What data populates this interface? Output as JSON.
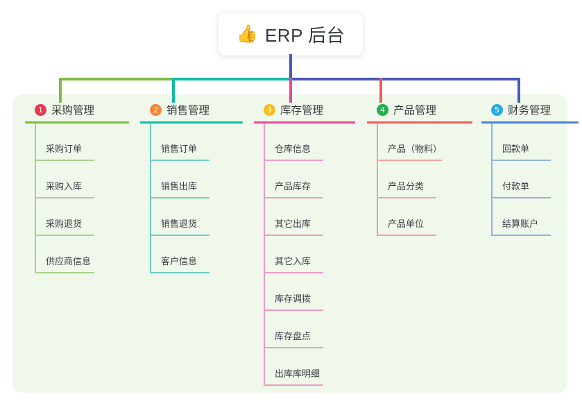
{
  "root": {
    "icon": "thumbs-up-icon",
    "emoji": "👍",
    "title": "ERP 后台",
    "stem_color": "#4a57bd"
  },
  "panel": {
    "background": "#eff8ea"
  },
  "connector": {
    "segments": [
      {
        "name": "segment-green",
        "color": "#7cbb42"
      },
      {
        "name": "segment-teal",
        "color": "#12bba4"
      },
      {
        "name": "segment-blue",
        "color": "#4a57bd"
      }
    ],
    "stubs": [
      {
        "name": "stub-purchase",
        "color": "#7cbb42"
      },
      {
        "name": "stub-sales",
        "color": "#12bba4"
      },
      {
        "name": "stub-inventory",
        "color": "#ec4899"
      },
      {
        "name": "stub-product",
        "color": "#f15b5b"
      },
      {
        "name": "stub-finance",
        "color": "#4a57bd"
      }
    ]
  },
  "columns": [
    {
      "id": "purchase",
      "number": "1",
      "badge_color": "#e8394f",
      "line_color": "#7cbb42",
      "leaf_line_color": "#a8d08d",
      "title": "采购管理",
      "leaves": [
        "采购订单",
        "采购入库",
        "采购退货",
        "供应商信息"
      ]
    },
    {
      "id": "sales",
      "number": "2",
      "badge_color": "#f58634",
      "line_color": "#12bba4",
      "leaf_line_color": "#6fcfc4",
      "title": "销售管理",
      "leaves": [
        "销售订单",
        "销售出库",
        "销售退货",
        "客户信息"
      ]
    },
    {
      "id": "inventory",
      "number": "3",
      "badge_color": "#f5bd1f",
      "line_color": "#ec4899",
      "leaf_line_color": "#f09ac4",
      "title": "库存管理",
      "leaves": [
        "仓库信息",
        "产品库存",
        "其它出库",
        "其它入库",
        "库存调拨",
        "库存盘点",
        "出库库明细"
      ]
    },
    {
      "id": "product",
      "number": "4",
      "badge_color": "#22b14c",
      "line_color": "#f15b5b",
      "leaf_line_color": "#f79f9f",
      "title": "产品管理",
      "leaves": [
        "产品（物料）",
        "产品分类",
        "产品单位"
      ]
    },
    {
      "id": "finance",
      "number": "5",
      "badge_color": "#29abe2",
      "line_color": "#4a7fd4",
      "leaf_line_color": "#8fb2e0",
      "title": "财务管理",
      "leaves": [
        "回款单",
        "付款单",
        "结算账户"
      ]
    }
  ],
  "chart_data": {
    "type": "diagram",
    "title": "ERP 后台",
    "layout": "top-down org chart / mind map",
    "root": "ERP 后台",
    "branches": [
      {
        "index": 1,
        "label": "采购管理",
        "children": [
          "采购订单",
          "采购入库",
          "采购退货",
          "供应商信息"
        ]
      },
      {
        "index": 2,
        "label": "销售管理",
        "children": [
          "销售订单",
          "销售出库",
          "销售退货",
          "客户信息"
        ]
      },
      {
        "index": 3,
        "label": "库存管理",
        "children": [
          "仓库信息",
          "产品库存",
          "其它出库",
          "其它入库",
          "库存调拨",
          "库存盘点",
          "出库库明细"
        ]
      },
      {
        "index": 4,
        "label": "产品管理",
        "children": [
          "产品（物料）",
          "产品分类",
          "产品单位"
        ]
      },
      {
        "index": 5,
        "label": "财务管理",
        "children": [
          "回款单",
          "付款单",
          "结算账户"
        ]
      }
    ]
  }
}
